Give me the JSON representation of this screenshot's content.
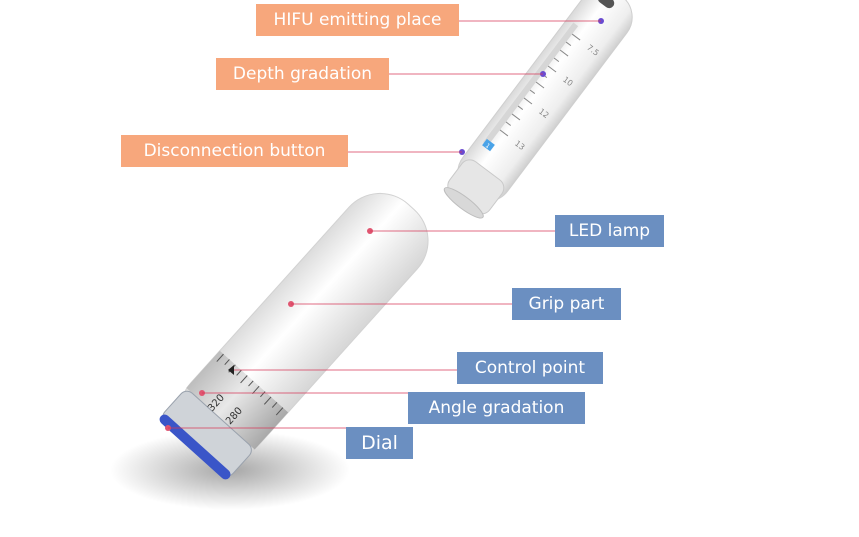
{
  "device_top": {
    "labels": {
      "hifu": "HIFU emitting place",
      "depth": "Depth gradation",
      "disconnect": "Disconnection button"
    },
    "scale_marks": [
      "7.5",
      "10",
      "12",
      "13"
    ],
    "chip": "1"
  },
  "device_bottom": {
    "labels": {
      "led": "LED lamp",
      "grip": "Grip part",
      "control": "Control point",
      "angle": "Angle gradation",
      "dial": "Dial"
    },
    "dial_numbers": [
      "320",
      "280"
    ]
  },
  "colors": {
    "label_top": "#f7a77c",
    "label_bottom": "#6b8fc1",
    "leader_line": "#d63a5a",
    "device_body": "#f2f2f2",
    "dial_ring": "#3a55c8"
  }
}
